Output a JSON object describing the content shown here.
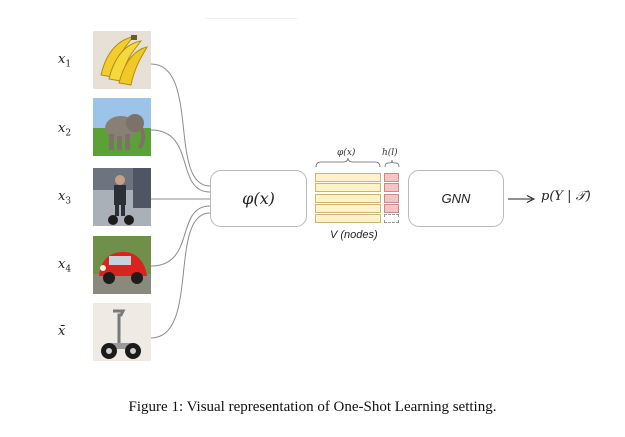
{
  "inputs": [
    {
      "label": "x1",
      "image": "bananas"
    },
    {
      "label": "x2",
      "image": "elephant"
    },
    {
      "label": "x3",
      "image": "segway-rider"
    },
    {
      "label": "x4",
      "image": "red-beetle-car"
    },
    {
      "label": "x̄",
      "image": "segway"
    }
  ],
  "embedding_box": {
    "label": "φ(x)"
  },
  "node_matrix": {
    "features_label": "φ(x)",
    "labels_label": "h(l)",
    "nodes_label": "V (nodes)"
  },
  "gnn_box": {
    "label": "GNN"
  },
  "output": {
    "label": "p(Y | 𝒯)"
  },
  "caption": "Figure 1: Visual representation of One-Shot Learning setting.",
  "colors": {
    "feature_fill": "#fdf3c6",
    "label_fill": "#f6c4c4",
    "wire": "#8a8a8a"
  }
}
